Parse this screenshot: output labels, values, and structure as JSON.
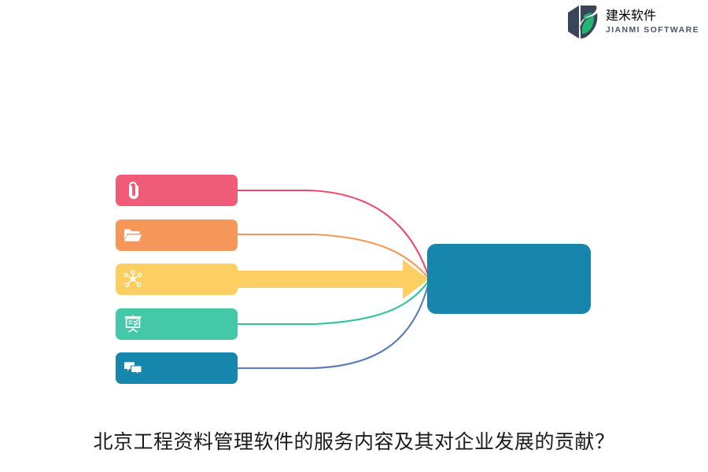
{
  "brand": {
    "name_cn": "建米软件",
    "name_en": "JIANMI SOFTWARE",
    "mark_icon": "jianmi-leaf-hexagon-logo-icon",
    "mark_dark_color": "#3b4559",
    "mark_green_color": "#22b573"
  },
  "diagram": {
    "type": "convergence-flow",
    "target": {
      "label": "",
      "color": "#1686AD"
    },
    "sources": [
      {
        "id": "attachments",
        "label": "",
        "icon": "paperclip-icon",
        "color": "#F05B78",
        "connector_color": "#ED4B6E"
      },
      {
        "id": "documents",
        "label": "",
        "icon": "folder-open-icon",
        "color": "#F59758",
        "connector_color": "#F59758"
      },
      {
        "id": "network",
        "label": "",
        "icon": "network-nodes-icon",
        "color": "#FDCF62",
        "connector_color": "#FDCF62",
        "connector_style": "thick-arrow"
      },
      {
        "id": "reports",
        "label": "",
        "icon": "presentation-checklist-icon",
        "color": "#45C8A8",
        "connector_color": "#2FC39B"
      },
      {
        "id": "messaging",
        "label": "",
        "icon": "chat-bubbles-icon",
        "color": "#1686AD",
        "connector_color": "#5B7BB8"
      }
    ]
  },
  "caption": {
    "text": "北京工程资料管理软件的服务内容及其对企业发展的贡献？"
  }
}
